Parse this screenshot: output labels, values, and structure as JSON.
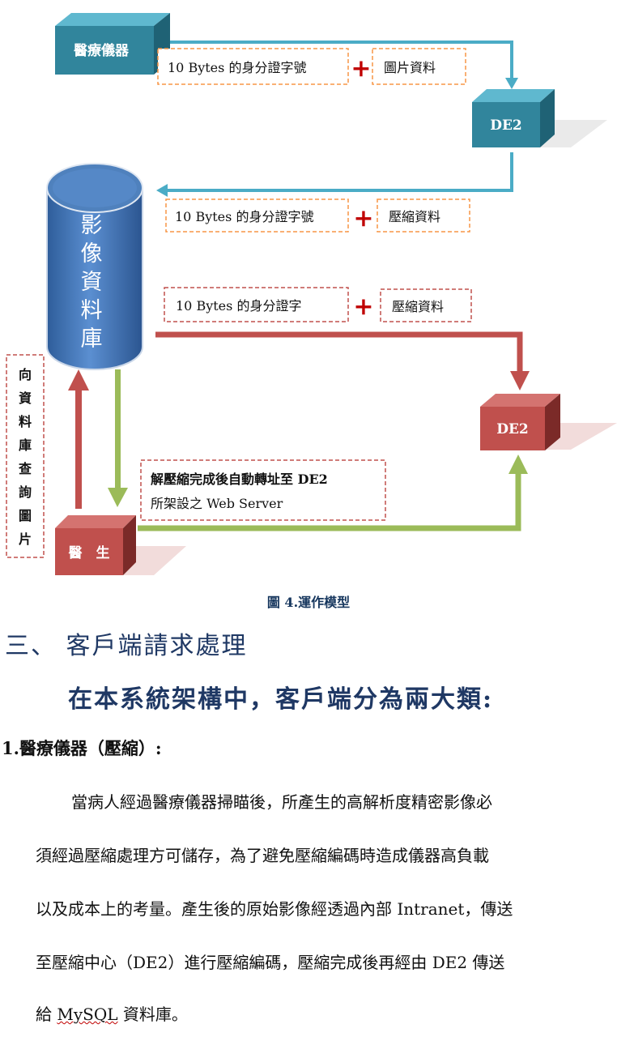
{
  "diagram": {
    "device_label": "醫療儀器",
    "de2_top_label": "DE2",
    "de2_mid_label": "DE2",
    "doctor_label": "醫　生",
    "database_chars": [
      "影",
      "像",
      "資",
      "料",
      "庫"
    ],
    "query_chars": [
      "向",
      "資",
      "料",
      "庫",
      "查",
      "詢",
      "圖",
      "片"
    ],
    "box_id_1": "10 Bytes 的身分證字號",
    "box_image": "圖片資料",
    "box_id_2": "10 Bytes 的身分證字號",
    "box_compressed_1": "壓縮資料",
    "box_id_3": "10 Bytes 的身分證字",
    "box_compressed_2": "壓縮資料",
    "redirect_line1": "解壓縮完成後自動轉址至 DE2",
    "redirect_line2": "所架設之 Web Server",
    "plus": "+",
    "colors": {
      "teal": "#31859c",
      "red": "#c0504d",
      "blue": "#4f81bd",
      "green": "#9bbb59",
      "dashed_orange": "#f79646",
      "dashed_red": "#c0504d"
    }
  },
  "caption": "圖 4.運作模型",
  "heading": "三、 客戶端請求處理",
  "subheading": "在本系統架構中，客戶端分為兩大類:",
  "item_title": "1.醫療儀器（壓縮）:",
  "paragraph_lines": [
    "當病人經過醫療儀器掃瞄後，所產生的高解析度精密影像必",
    "須經過壓縮處理方可儲存，為了避免壓縮編碼時造成儀器高負載",
    "以及成本上的考量。產生後的原始影像經透過內部 Intranet，傳送",
    "至壓縮中心（DE2）進行壓縮編碼，壓縮完成後再經由 DE2 傳送"
  ],
  "last_line_prefix": "給 ",
  "last_line_mysql": "MySQL",
  "last_line_suffix": " 資料庫。"
}
